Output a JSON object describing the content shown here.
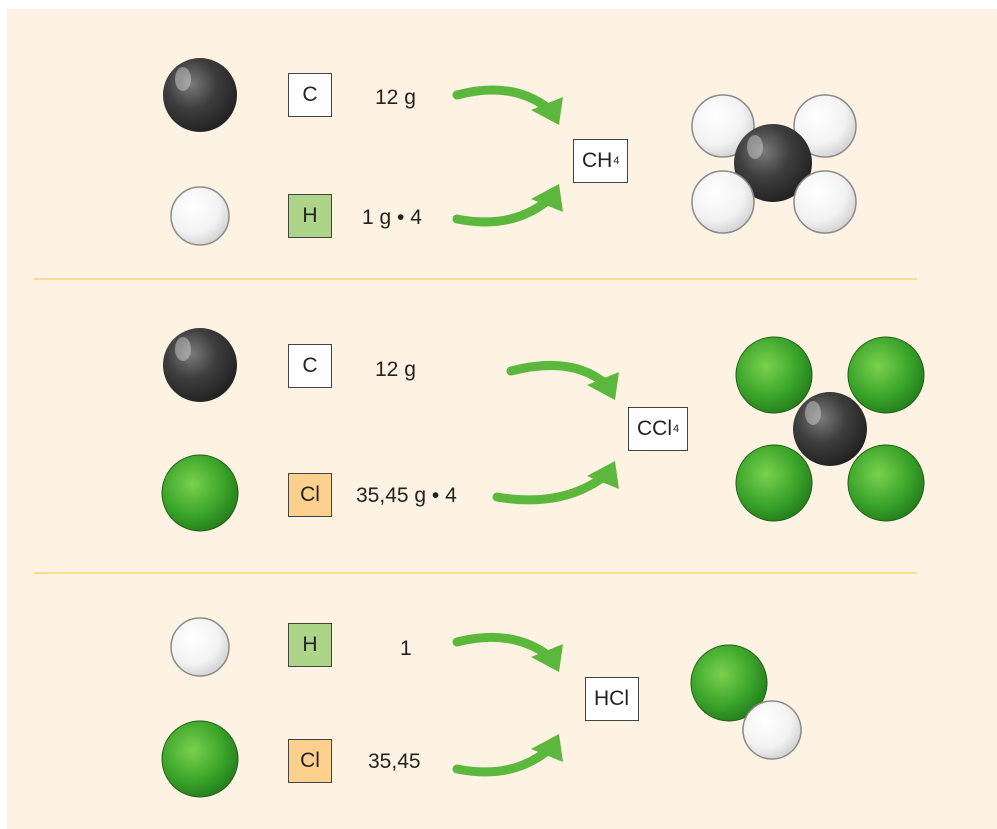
{
  "rows": [
    {
      "atom1": {
        "symbol": "C",
        "mass": "12 g",
        "kind": "carbon"
      },
      "atom2": {
        "symbol": "H",
        "mass": "1 g • 4",
        "kind": "hydrogen"
      },
      "product": {
        "main": "CH",
        "sub": "4"
      }
    },
    {
      "atom1": {
        "symbol": "C",
        "mass": "12 g",
        "kind": "carbon"
      },
      "atom2": {
        "symbol": "Cl",
        "mass": "35,45 g • 4",
        "kind": "chlorine"
      },
      "product": {
        "main": "CCl",
        "sub": "4"
      }
    },
    {
      "atom1": {
        "symbol": "H",
        "mass": "1",
        "kind": "hydrogen"
      },
      "atom2": {
        "symbol": "Cl",
        "mass": "35,45",
        "kind": "chlorine"
      },
      "product": {
        "main": "HCl",
        "sub": ""
      }
    }
  ],
  "colors": {
    "background": "#fef3e2",
    "divider": "#f7dc92",
    "arrow": "#5cb83c",
    "carbon": "#3a3a3a",
    "hydrogen": "#f4f4f4",
    "chlorine": "#3aa52a",
    "hydrogen_box": "#acd58a",
    "chlorine_box": "#fdd08d"
  }
}
